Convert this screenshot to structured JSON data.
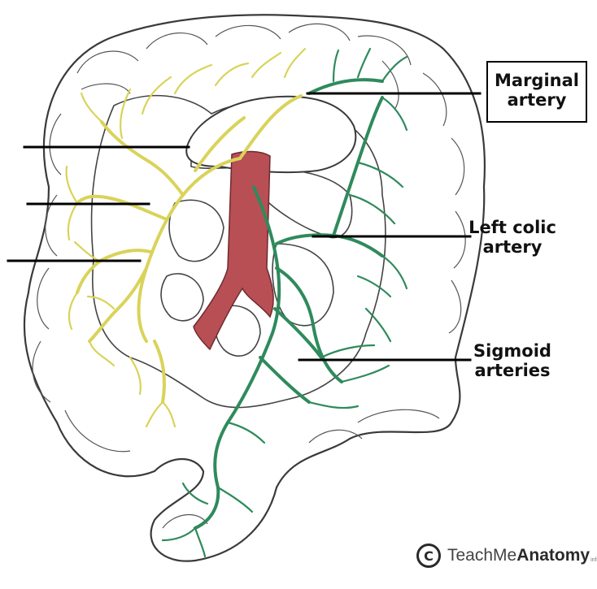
{
  "labels": {
    "marginal": [
      "Marginal",
      "artery"
    ],
    "left_colic": [
      "Left colic",
      "artery"
    ],
    "sigmoid": [
      "Sigmoid",
      "arteries"
    ]
  },
  "watermark": {
    "symbol": "C",
    "text_regular": "TeachMe",
    "text_bold": "Anatomy",
    "suffix": "info"
  },
  "colors": {
    "superior_mesenteric_branches": "#d9d35a",
    "inferior_mesenteric_branches": "#2f8a5c",
    "aorta": "#b84f55",
    "outline": "#3a3a3a"
  }
}
